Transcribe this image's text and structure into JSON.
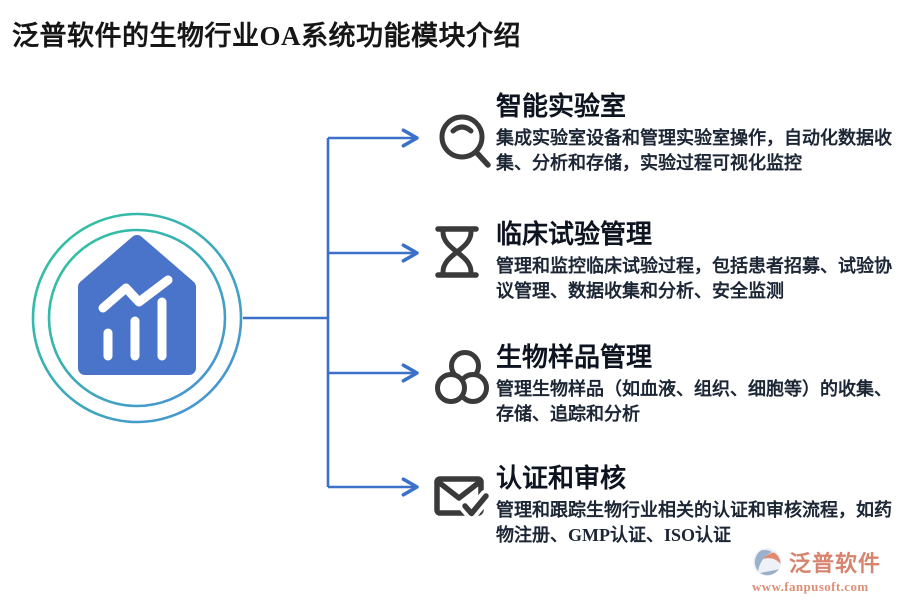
{
  "title": "泛普软件的生物行业OA系统功能模块介绍",
  "colors": {
    "connector_blue": "#3b71c8",
    "house_blue": "#4a74c9",
    "ring_gradient_green": "#2ec79a",
    "ring_gradient_blue": "#4b8fd8",
    "icon_gray": "#3a3a3a",
    "logo_salmon": "#d8836e",
    "logo_bluegray": "#9bb0ca",
    "text_dark": "#1c2634"
  },
  "center": {
    "icon": "house-chart-icon"
  },
  "modules": [
    {
      "icon": "magnifier-icon",
      "title": "智能实验室",
      "desc": "集成实验室设备和管理实验室操作，自动化数据收集、分析和存储，实验过程可视化监控"
    },
    {
      "icon": "hourglass-icon",
      "title": "临床试验管理",
      "desc": "管理和监控临床试验过程，包括患者招募、试验协议管理、数据收集和分析、安全监测"
    },
    {
      "icon": "cells-icon",
      "title": "生物样品管理",
      "desc": "管理生物样品（如血液、组织、细胞等）的收集、存储、追踪和分析"
    },
    {
      "icon": "mail-check-icon",
      "title": "认证和审核",
      "desc": "管理和跟踪生物行业相关的认证和审核流程，如药物注册、GMP认证、ISO认证"
    }
  ],
  "logo": {
    "name": "泛普软件",
    "url": "www.fanpusoft.com"
  }
}
